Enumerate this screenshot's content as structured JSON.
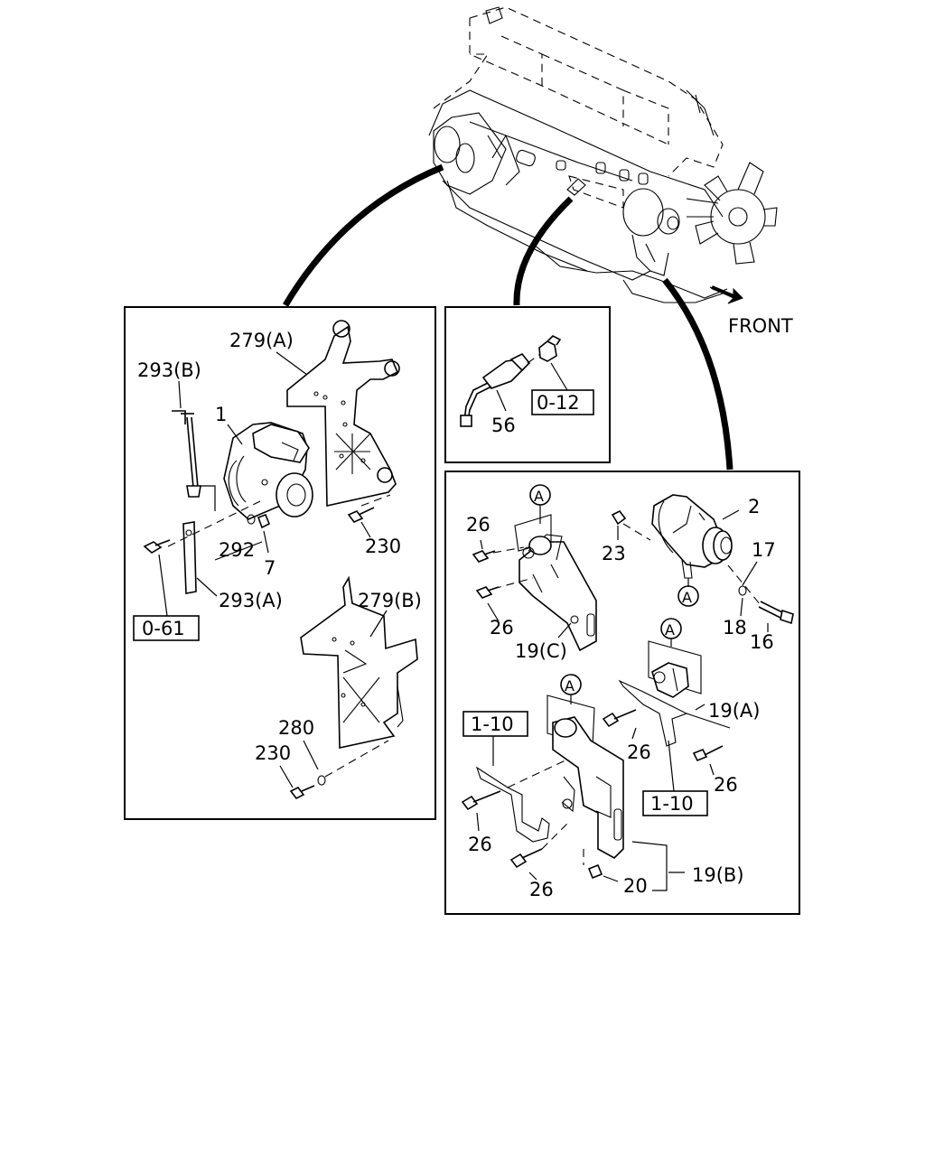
{
  "orientation_label": "FRONT",
  "panels": {
    "starter": {
      "labels": {
        "bracket_a": "279(A)",
        "bracket_b": "279(B)",
        "cable_b": "293(B)",
        "cable_a": "293(A)",
        "starter_motor": "1",
        "washer": "292",
        "nut": "7",
        "bolt_upper": "230",
        "bolt_lower": "230",
        "washer_lower": "280",
        "ref_box": "0-61"
      }
    },
    "sensor": {
      "labels": {
        "sensor": "56",
        "ref_box": "0-12"
      }
    },
    "alternator": {
      "labels": {
        "alternator": "2",
        "nut": "23",
        "washer_17": "17",
        "washer_18": "18",
        "bolt_16": "16",
        "bolt_26_a": "26",
        "bolt_26_b": "26",
        "bolt_26_c": "26",
        "bolt_26_d": "26",
        "bolt_26_e": "26",
        "bolt_26_f": "26",
        "bracket_c": "19(C)",
        "bracket_a": "19(A)",
        "bracket_b": "19(B)",
        "spacer": "20",
        "ref_box_left": "1-10",
        "ref_box_right": "1-10",
        "circle_a1": "A",
        "circle_a2": "A",
        "circle_a3": "A",
        "circle_a4": "A"
      }
    }
  }
}
